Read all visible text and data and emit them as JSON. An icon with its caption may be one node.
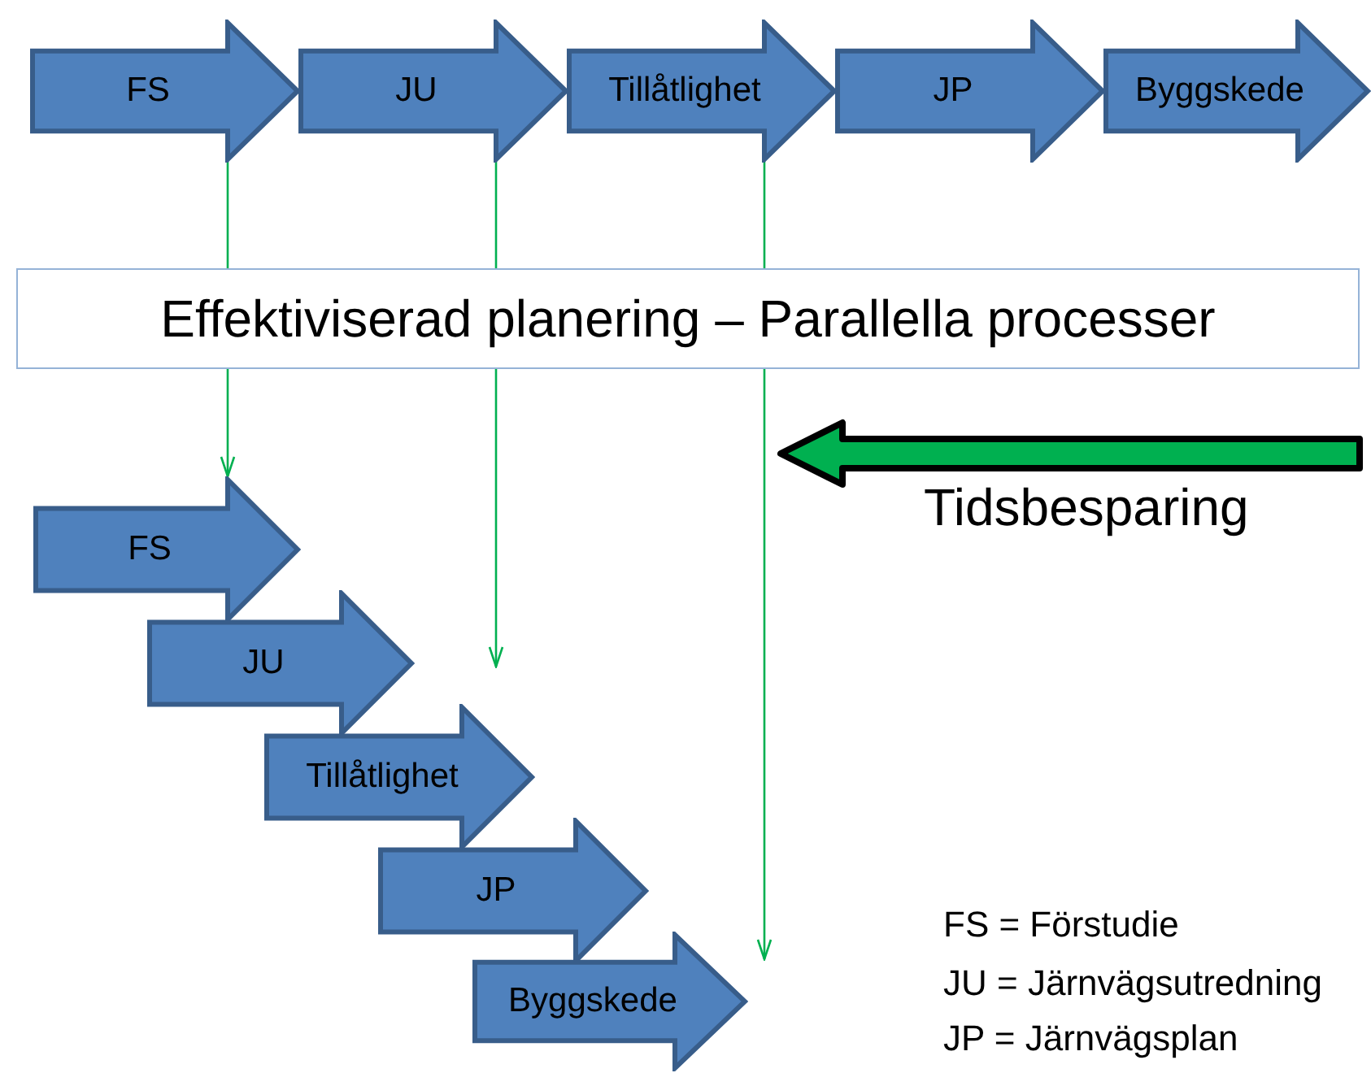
{
  "diagram": {
    "nodes": [
      {
        "text": [
          "FS"
        ]
      },
      {
        "text": [
          "JU"
        ]
      },
      {
        "text": [
          "Tillåtlighet"
        ]
      },
      {
        "text": [
          "JP"
        ]
      },
      {
        "text": [
          "Byggskede"
        ]
      },
      {
        "text": [
          "Effektiviserad planering – Parallella processer"
        ]
      },
      {
        "text": [
          "FS"
        ]
      },
      {
        "text": [
          "JU"
        ]
      },
      {
        "text": [
          "Tillåtlighet"
        ]
      },
      {
        "text": [
          "JP"
        ]
      },
      {
        "text": [
          "Byggskede"
        ]
      }
    ],
    "edges": [
      {
        "from": 0,
        "to": 5,
        "arrow": "none"
      },
      {
        "from": 1,
        "to": 5,
        "arrow": "none"
      },
      {
        "from": 2,
        "to": 5,
        "arrow": "none"
      },
      {
        "from": 5,
        "to": 6,
        "arrow": "to"
      },
      {
        "from": 5,
        "to": null,
        "arrow": "to"
      },
      {
        "from": 5,
        "to": null,
        "arrow": "to"
      }
    ],
    "labels": [
      "Tidsbesparing",
      "FS = Förstudie",
      "JU = Järnvägsutredning",
      "JP = Järnvägsplan"
    ]
  }
}
